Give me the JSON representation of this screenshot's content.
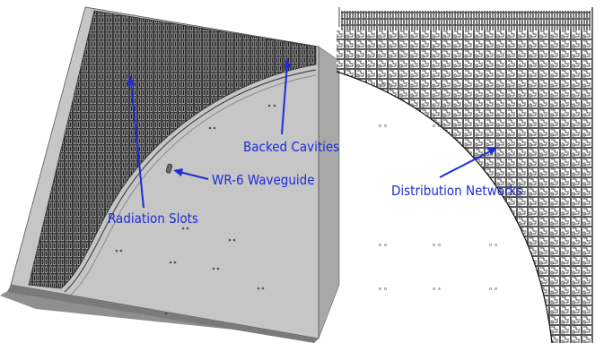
{
  "labels": {
    "backed_cavities": "Backed Cavities",
    "wr6_waveguide": "WR-6 Waveguide",
    "radiation_slots": "Radiation Slots",
    "distribution_networks": "Distribution Networks"
  },
  "colors": {
    "annotation": "#1f2bd6",
    "surface": "#c9c9c9",
    "panel_edge": "#555555",
    "slot_dark": "#1a1a1a"
  }
}
